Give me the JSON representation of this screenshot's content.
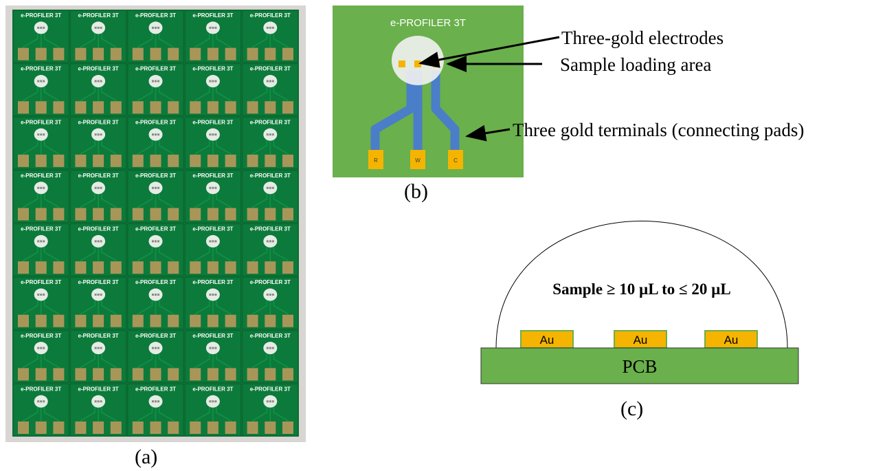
{
  "panel_a": {
    "caption": "(a)",
    "board_label": "e-PROFILER 3T",
    "rows": 8,
    "cols": 5,
    "colors": {
      "board": "#0c7a3a",
      "backdrop": "#d8d5d2",
      "pad": "#a89658",
      "circle": "#e4ece6"
    }
  },
  "panel_b": {
    "caption": "(b)",
    "title": "e-PROFILER 3T",
    "pad_labels": [
      "R",
      "W",
      "C"
    ],
    "callouts": {
      "electrodes": "Three-gold electrodes",
      "loading_area": "Sample loading area",
      "terminals": "Three gold terminals (connecting pads)"
    },
    "colors": {
      "board": "#6ab04c",
      "trace": "#4a7ec8",
      "pad": "#f5b400",
      "area": "#f2f2f2"
    }
  },
  "panel_c": {
    "caption": "(c)",
    "sample_label": "Sample ≥ 10 µL to ≤ 20 µL",
    "electrode_labels": [
      "Au",
      "Au",
      "Au"
    ],
    "substrate_label": "PCB",
    "colors": {
      "substrate": "#6ab04c",
      "electrode": "#f5b400",
      "electrode_border": "#6ab04c"
    }
  }
}
